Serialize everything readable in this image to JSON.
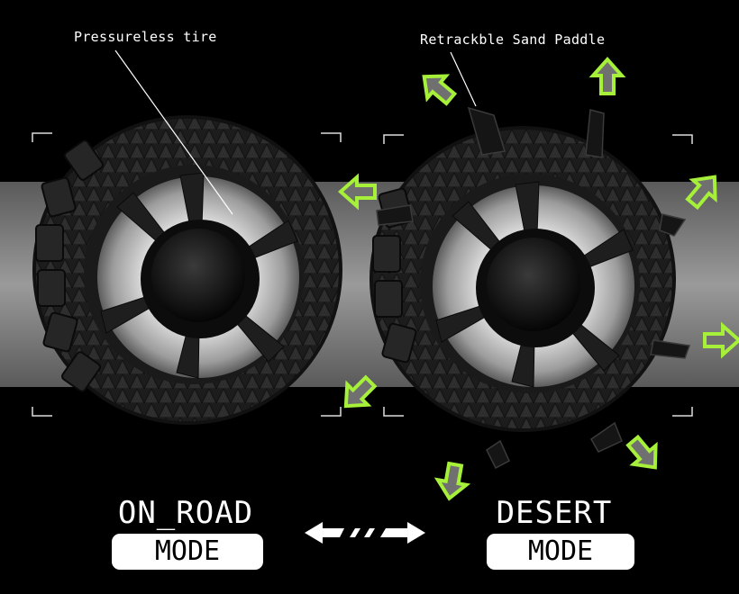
{
  "callouts": {
    "left": "Pressureless tire",
    "right": "Retrackble Sand Paddle"
  },
  "modes": {
    "left": {
      "title": "ON_ROAD",
      "label": "MODE"
    },
    "right": {
      "title": "DESERT",
      "label": "MODE"
    }
  },
  "colors": {
    "background": "#000000",
    "band": "#8e8e8e",
    "accent": "#a6f03a",
    "tire": "#2a2a2a",
    "text": "#ffffff"
  },
  "icons": [
    "expand-arrow-icon",
    "swap-arrows-icon",
    "corner-bracket-icon"
  ]
}
